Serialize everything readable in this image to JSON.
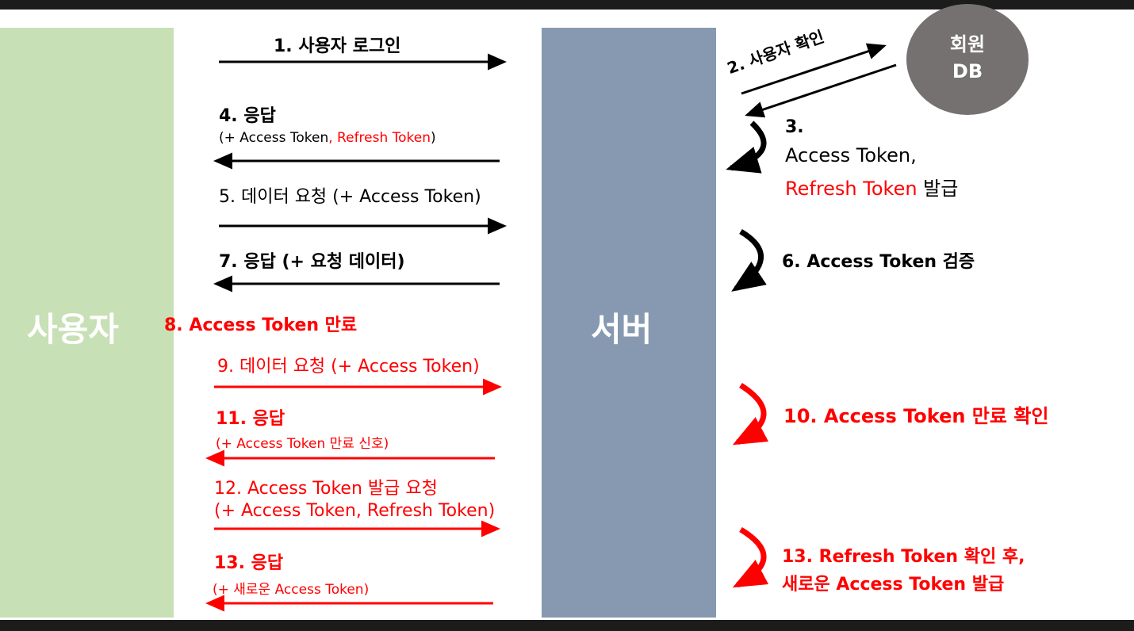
{
  "diagram": {
    "user_label": "사용자",
    "server_label": "서버",
    "db_label_line1": "회원",
    "db_label_line2": "DB",
    "steps": {
      "s1": "1. 사용자 로그인",
      "s2": "2. 사용자 확인",
      "s3_num": "3.",
      "s3_line1": "Access Token,",
      "s3_line2_red": "Refresh Token",
      "s3_line2_black": " 발급",
      "s4_title": "4. 응답",
      "s4_sub_open": "(+ Access Token",
      "s4_sub_red": ", Refresh Token",
      "s4_sub_close": ")",
      "s5": "5. 데이터 요청 (+ Access Token)",
      "s6": "6. Access Token 검증",
      "s7": "7. 응답 (+ 요청 데이터)",
      "s8": "8. Access Token 만료",
      "s9": "9. 데이터 요청 (+ Access Token)",
      "s10": "10. Access Token 만료 확인",
      "s11_title": "11. 응답",
      "s11_sub": "(+ Access Token 만료 신호)",
      "s12_line1": "12. Access Token 발급 요청",
      "s12_line2": "(+ Access Token, Refresh Token)",
      "s13_title": "13. 응답",
      "s13_sub": "(+ 새로운 Access Token)",
      "s13r_line1": "13. Refresh Token 확인 후,",
      "s13r_line2": "새로운 Access Token 발급"
    }
  },
  "colors": {
    "user_bar": "#c7e0b5",
    "server_bar": "#8699b0",
    "db_circle": "#757170",
    "accent_red": "#ff0000",
    "black": "#000000"
  }
}
